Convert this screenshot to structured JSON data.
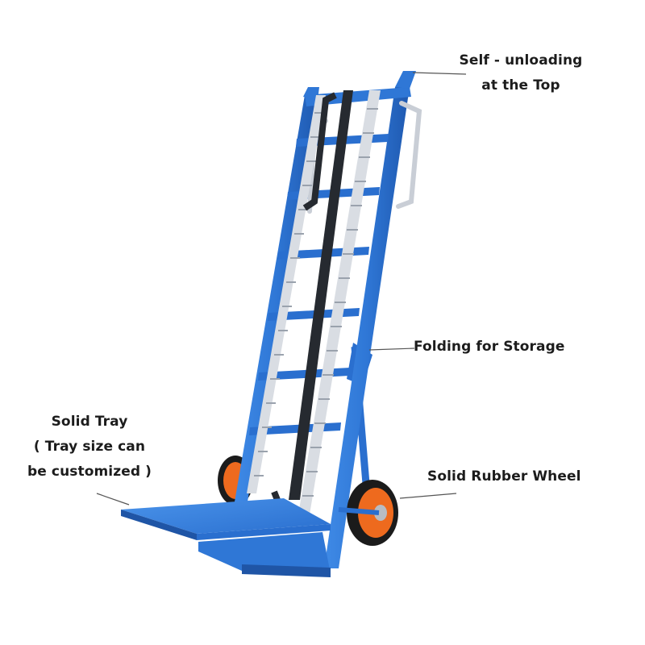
{
  "colors": {
    "frame_blue": "#2f77d6",
    "frame_dark": "#1f55a6",
    "roller_steel": "#d9dde3",
    "strap_black": "#262a30",
    "wheel_orange": "#ee6a1e",
    "tire_black": "#1b1b1b"
  },
  "annotations": {
    "top": {
      "line1": "Self - unloading",
      "line2": "at the Top"
    },
    "folding": {
      "text": "Folding for Storage"
    },
    "tray": {
      "line1": "Solid Tray",
      "line2": "( Tray size can",
      "line3": "be customized )"
    },
    "wheel": {
      "text": "Solid Rubber Wheel"
    }
  }
}
